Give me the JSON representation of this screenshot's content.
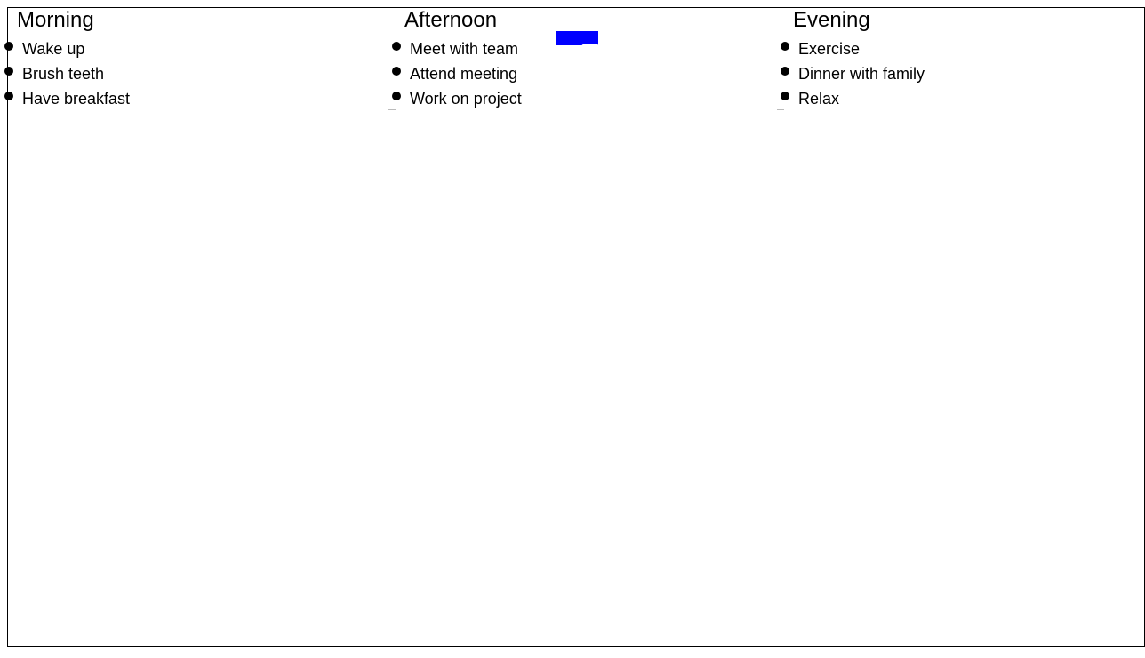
{
  "columns": [
    {
      "title": "Morning",
      "items": [
        "Wake up",
        "Brush teeth",
        "Have breakfast"
      ]
    },
    {
      "title": "Afternoon",
      "items": [
        "Meet with team",
        "Attend meeting",
        "Work on project"
      ]
    },
    {
      "title": "Evening",
      "items": [
        "Exercise",
        "Dinner with family",
        "Relax"
      ]
    }
  ],
  "colors": {
    "accent": "#0000ff",
    "border": "#000000",
    "text": "#000000"
  },
  "icons": {
    "bullet": "bullet-dot-icon"
  }
}
